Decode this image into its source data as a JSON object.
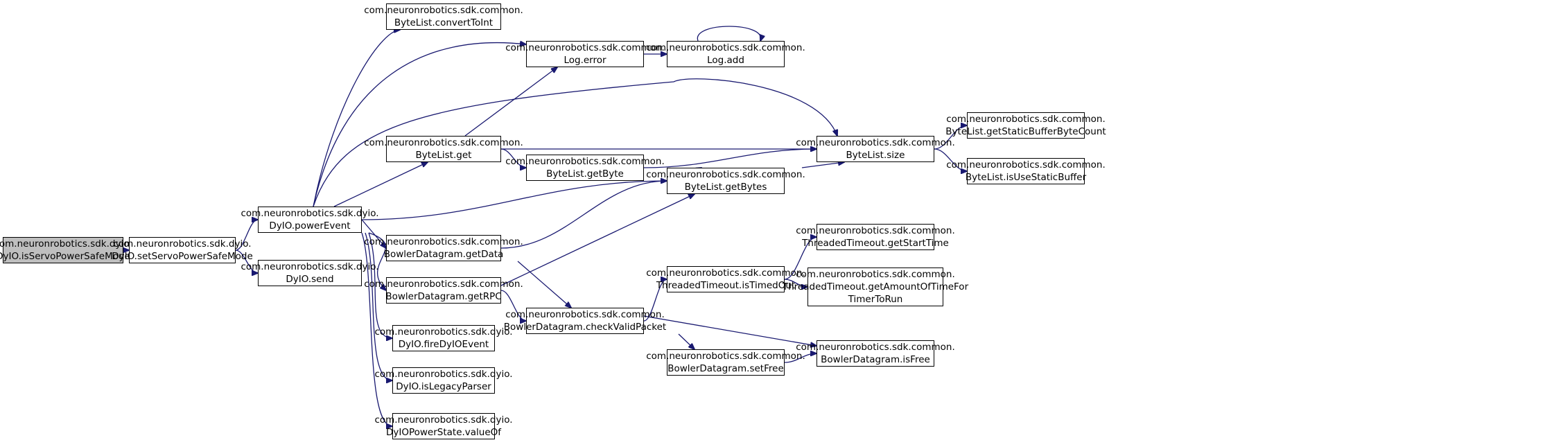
{
  "colors": {
    "edge": "#191970",
    "root_fill": "#bfbfbf",
    "node_fill": "#ffffff",
    "border": "#000000"
  },
  "nodes": [
    {
      "id": "isServoPowerSafeMode",
      "lines": [
        "com.neuronrobotics.sdk.dyio.",
        "DyIO.isServoPowerSafeMode"
      ],
      "root": true
    },
    {
      "id": "setServoPowerSafeMode",
      "lines": [
        "com.neuronrobotics.sdk.dyio.",
        "DyIO.setServoPowerSafeMode"
      ]
    },
    {
      "id": "powerEvent",
      "lines": [
        "com.neuronrobotics.sdk.dyio.",
        "DyIO.powerEvent"
      ]
    },
    {
      "id": "send",
      "lines": [
        "com.neuronrobotics.sdk.dyio.",
        "DyIO.send"
      ]
    },
    {
      "id": "convertToInt",
      "lines": [
        "com.neuronrobotics.sdk.common.",
        "ByteList.convertToInt"
      ]
    },
    {
      "id": "byteListGet",
      "lines": [
        "com.neuronrobotics.sdk.common.",
        "ByteList.get"
      ]
    },
    {
      "id": "getData",
      "lines": [
        "com.neuronrobotics.sdk.common.",
        "BowlerDatagram.getData"
      ]
    },
    {
      "id": "getRPC",
      "lines": [
        "com.neuronrobotics.sdk.common.",
        "BowlerDatagram.getRPC"
      ]
    },
    {
      "id": "fireDyIOEvent",
      "lines": [
        "com.neuronrobotics.sdk.dyio.",
        "DyIO.fireDyIOEvent"
      ]
    },
    {
      "id": "isLegacyParser",
      "lines": [
        "com.neuronrobotics.sdk.dyio.",
        "DyIO.isLegacyParser"
      ]
    },
    {
      "id": "valueOf",
      "lines": [
        "com.neuronrobotics.sdk.dyio.",
        "DyIOPowerState.valueOf"
      ]
    },
    {
      "id": "logError",
      "lines": [
        "com.neuronrobotics.sdk.common.",
        "Log.error"
      ]
    },
    {
      "id": "getByte",
      "lines": [
        "com.neuronrobotics.sdk.common.",
        "ByteList.getByte"
      ]
    },
    {
      "id": "checkValidPacket",
      "lines": [
        "com.neuronrobotics.sdk.common.",
        "BowlerDatagram.checkValidPacket"
      ]
    },
    {
      "id": "logAdd",
      "lines": [
        "com.neuronrobotics.sdk.common.",
        "Log.add"
      ]
    },
    {
      "id": "getBytes",
      "lines": [
        "com.neuronrobotics.sdk.common.",
        "ByteList.getBytes"
      ]
    },
    {
      "id": "isTimedOut",
      "lines": [
        "com.neuronrobotics.sdk.common.",
        "ThreadedTimeout.isTimedOut"
      ]
    },
    {
      "id": "setFree",
      "lines": [
        "com.neuronrobotics.sdk.common.",
        "BowlerDatagram.setFree"
      ]
    },
    {
      "id": "size",
      "lines": [
        "com.neuronrobotics.sdk.common.",
        "ByteList.size"
      ]
    },
    {
      "id": "getStartTime",
      "lines": [
        "com.neuronrobotics.sdk.common.",
        "ThreadedTimeout.getStartTime"
      ]
    },
    {
      "id": "getAmountOfTime",
      "lines": [
        "com.neuronrobotics.sdk.common.",
        "ThreadedTimeout.getAmountOfTimeFor",
        "TimerToRun"
      ]
    },
    {
      "id": "isFree",
      "lines": [
        "com.neuronrobotics.sdk.common.",
        "BowlerDatagram.isFree"
      ]
    },
    {
      "id": "getStaticBufferByteCount",
      "lines": [
        "com.neuronrobotics.sdk.common.",
        "ByteList.getStaticBufferByteCount"
      ]
    },
    {
      "id": "isUseStaticBuffer",
      "lines": [
        "com.neuronrobotics.sdk.common.",
        "ByteList.isUseStaticBuffer"
      ]
    }
  ],
  "edges": [
    {
      "from": "isServoPowerSafeMode",
      "to": "setServoPowerSafeMode"
    },
    {
      "from": "setServoPowerSafeMode",
      "to": "powerEvent"
    },
    {
      "from": "setServoPowerSafeMode",
      "to": "send"
    },
    {
      "from": "powerEvent",
      "to": "convertToInt"
    },
    {
      "from": "powerEvent",
      "to": "logError"
    },
    {
      "from": "powerEvent",
      "to": "size"
    },
    {
      "from": "powerEvent",
      "to": "byteListGet"
    },
    {
      "from": "powerEvent",
      "to": "getBytes"
    },
    {
      "from": "powerEvent",
      "to": "getData"
    },
    {
      "from": "powerEvent",
      "to": "getRPC"
    },
    {
      "from": "powerEvent",
      "to": "fireDyIOEvent"
    },
    {
      "from": "powerEvent",
      "to": "isLegacyParser"
    },
    {
      "from": "powerEvent",
      "to": "valueOf"
    },
    {
      "from": "byteListGet",
      "to": "logError"
    },
    {
      "from": "byteListGet",
      "to": "size"
    },
    {
      "from": "byteListGet",
      "to": "getByte"
    },
    {
      "from": "getByte",
      "to": "size"
    },
    {
      "from": "getByte",
      "to": "getBytes"
    },
    {
      "from": "logError",
      "to": "logAdd"
    },
    {
      "from": "logAdd",
      "to": "logAdd"
    },
    {
      "from": "getData",
      "to": "getBytes"
    },
    {
      "from": "getData",
      "to": "checkValidPacket"
    },
    {
      "from": "getRPC",
      "to": "getBytes"
    },
    {
      "from": "getRPC",
      "to": "checkValidPacket"
    },
    {
      "from": "getBytes",
      "to": "size"
    },
    {
      "from": "checkValidPacket",
      "to": "isTimedOut"
    },
    {
      "from": "checkValidPacket",
      "to": "isFree"
    },
    {
      "from": "checkValidPacket",
      "to": "setFree"
    },
    {
      "from": "isTimedOut",
      "to": "getStartTime"
    },
    {
      "from": "isTimedOut",
      "to": "getAmountOfTime"
    },
    {
      "from": "setFree",
      "to": "isFree"
    },
    {
      "from": "size",
      "to": "getStaticBufferByteCount"
    },
    {
      "from": "size",
      "to": "isUseStaticBuffer"
    }
  ]
}
